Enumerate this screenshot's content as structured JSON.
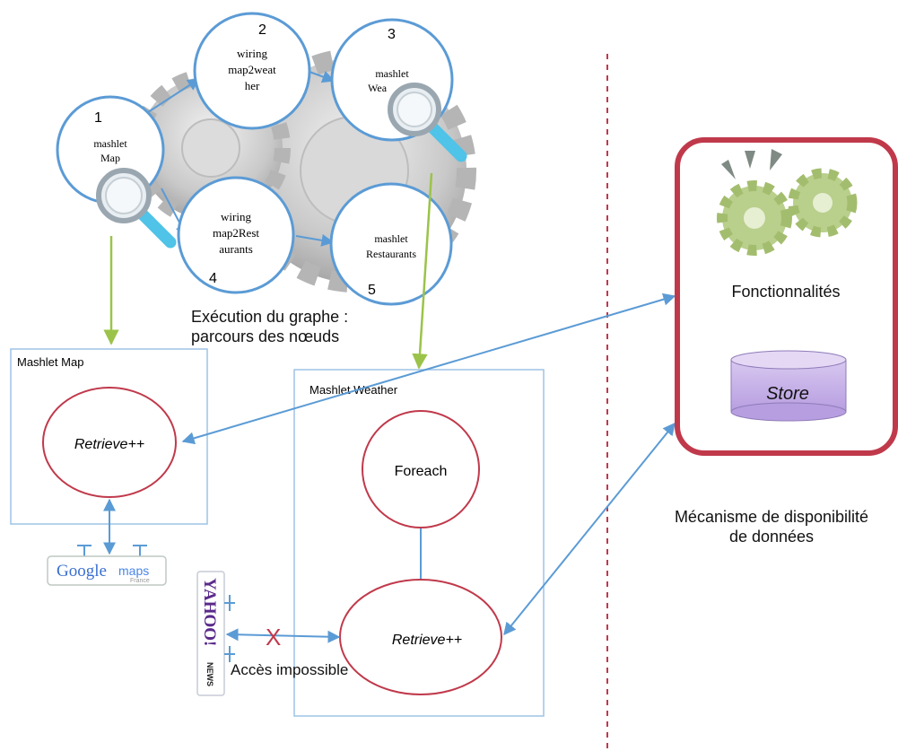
{
  "graph": {
    "nodes": [
      {
        "number": "1",
        "line1": "mashlet",
        "line2": "Map",
        "line3": ""
      },
      {
        "number": "2",
        "line1": "wiring",
        "line2": "map2weat",
        "line3": "her"
      },
      {
        "number": "3",
        "line1": "mashlet",
        "line2": "Wea",
        "line3": ""
      },
      {
        "number": "4",
        "line1": "wiring",
        "line2": "map2Rest",
        "line3": "aurants"
      },
      {
        "number": "5",
        "line1": "mashlet",
        "line2": "Restaurants",
        "line3": ""
      }
    ],
    "caption_line1": "Exécution du graphe :",
    "caption_line2": "parcours des nœuds"
  },
  "mashlet_map": {
    "title": "Mashlet Map",
    "retrieve": "Retrieve++"
  },
  "mashlet_weather": {
    "title": "Mashlet Weather",
    "foreach": "Foreach",
    "retrieve": "Retrieve++"
  },
  "google_maps": {
    "google": "Google",
    "maps": "maps",
    "france": "France"
  },
  "yahoo_news": {
    "yahoo": "YAHOO!",
    "news": "NEWS"
  },
  "blocked": {
    "mark": "X",
    "label": "Accès impossible"
  },
  "right_panel": {
    "features": "Fonctionnalités",
    "store": "Store",
    "mechanism_line1": "Mécanisme de disponibilité",
    "mechanism_line2": "de données"
  },
  "colors": {
    "node_stroke": "#5b9bd5",
    "box_stroke": "#9dc3e6",
    "ellipse_stroke": "#c0394b",
    "green_arrow": "#9bc34a",
    "red_panel": "#c0394b",
    "store_fill": "#c9b4e6",
    "gear_green": "#b9cf8c"
  }
}
